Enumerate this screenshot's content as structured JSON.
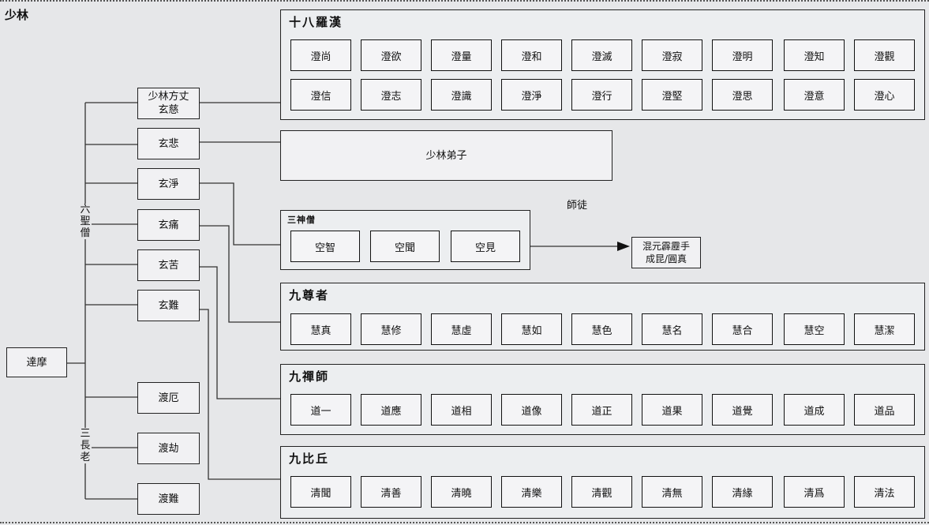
{
  "title": "少林",
  "founder": "達摩",
  "branch_labels": {
    "six_saints": "六聖僧",
    "three_elders": "三長老"
  },
  "six_saints": [
    {
      "name": "少林方丈\n玄慈"
    },
    {
      "name": "玄悲"
    },
    {
      "name": "玄淨"
    },
    {
      "name": "玄痛"
    },
    {
      "name": "玄苦"
    },
    {
      "name": "玄難"
    }
  ],
  "three_elders": [
    "渡厄",
    "渡劫",
    "渡難"
  ],
  "group_18": {
    "label": "十八羅漢",
    "row1": [
      "澄尚",
      "澄欲",
      "澄量",
      "澄和",
      "澄滅",
      "澄寂",
      "澄明",
      "澄知",
      "澄觀"
    ],
    "row2": [
      "澄信",
      "澄志",
      "澄識",
      "澄淨",
      "澄行",
      "澄堅",
      "澄思",
      "澄意",
      "澄心"
    ]
  },
  "disciples": "少林弟子",
  "master_student": "師徒",
  "three_divine": {
    "label": "三神僧",
    "members": [
      "空智",
      "空聞",
      "空見"
    ]
  },
  "target": {
    "line1": "混元霹靂手",
    "line2": "成昆/圓真"
  },
  "group_nine_venerables": {
    "label": "九尊者",
    "members": [
      "慧真",
      "慧修",
      "慧虛",
      "慧如",
      "慧色",
      "慧名",
      "慧合",
      "慧空",
      "慧潔"
    ]
  },
  "group_nine_zen": {
    "label": "九禪師",
    "members": [
      "道一",
      "道應",
      "道相",
      "道像",
      "道正",
      "道果",
      "道覺",
      "道成",
      "道品"
    ]
  },
  "group_nine_bhikkhu": {
    "label": "九比丘",
    "members": [
      "清聞",
      "清善",
      "清曉",
      "清樂",
      "清觀",
      "清無",
      "清緣",
      "清爲",
      "清法"
    ]
  }
}
